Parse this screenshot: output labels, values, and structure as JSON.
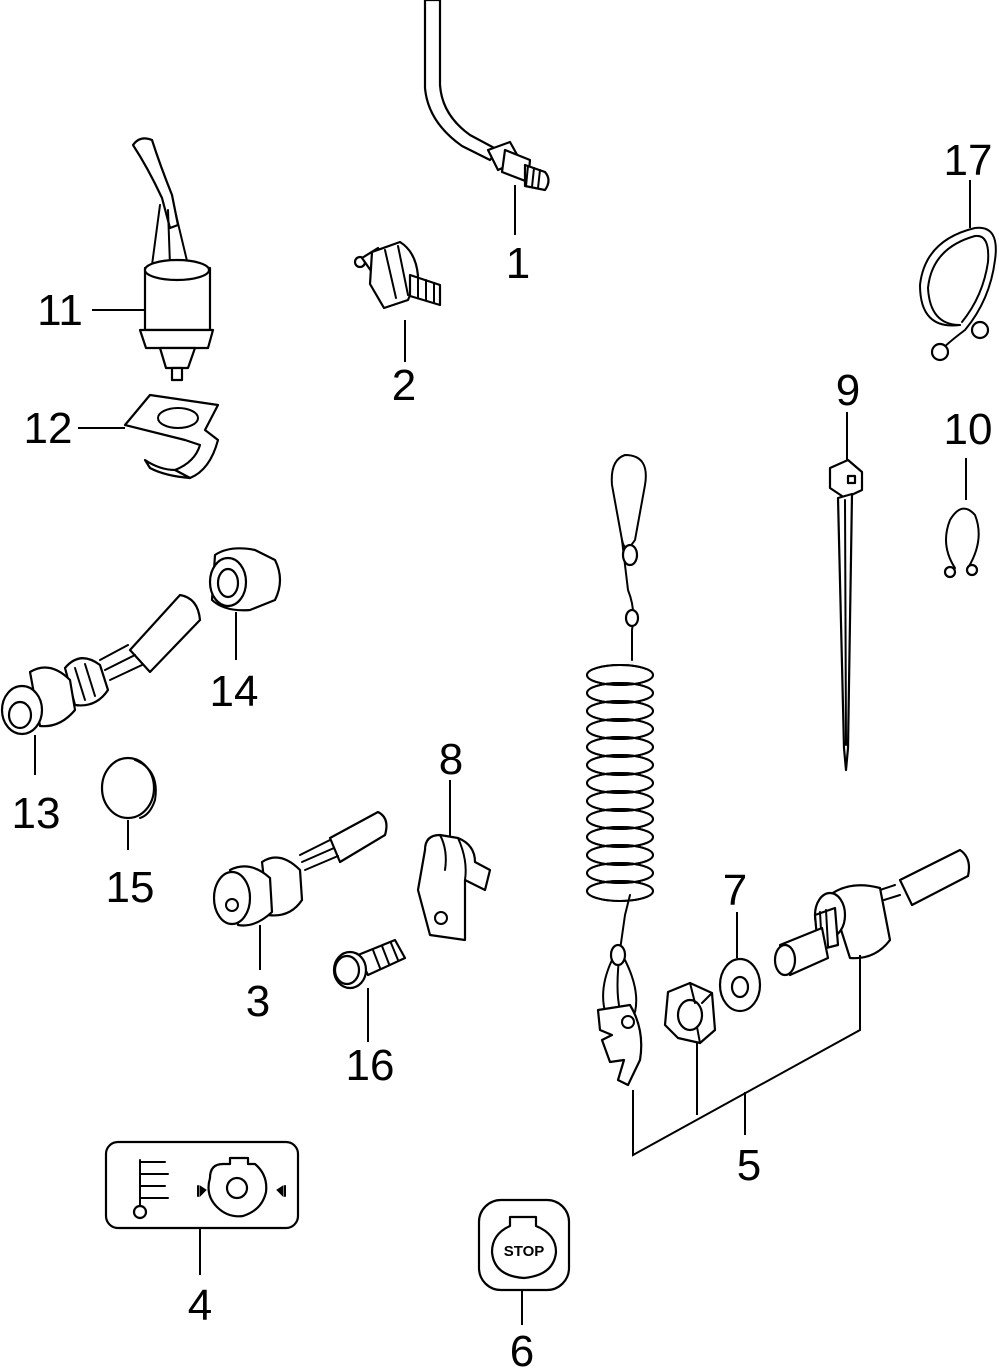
{
  "callouts": {
    "c1": "1",
    "c2": "2",
    "c3": "3",
    "c4": "4",
    "c5": "5",
    "c6": "6",
    "c7": "7",
    "c8": "8",
    "c9": "9",
    "c10": "10",
    "c11": "11",
    "c12": "12",
    "c13": "13",
    "c14": "14",
    "c15": "15",
    "c16": "16",
    "c17": "17"
  },
  "stop_label": "STOP"
}
